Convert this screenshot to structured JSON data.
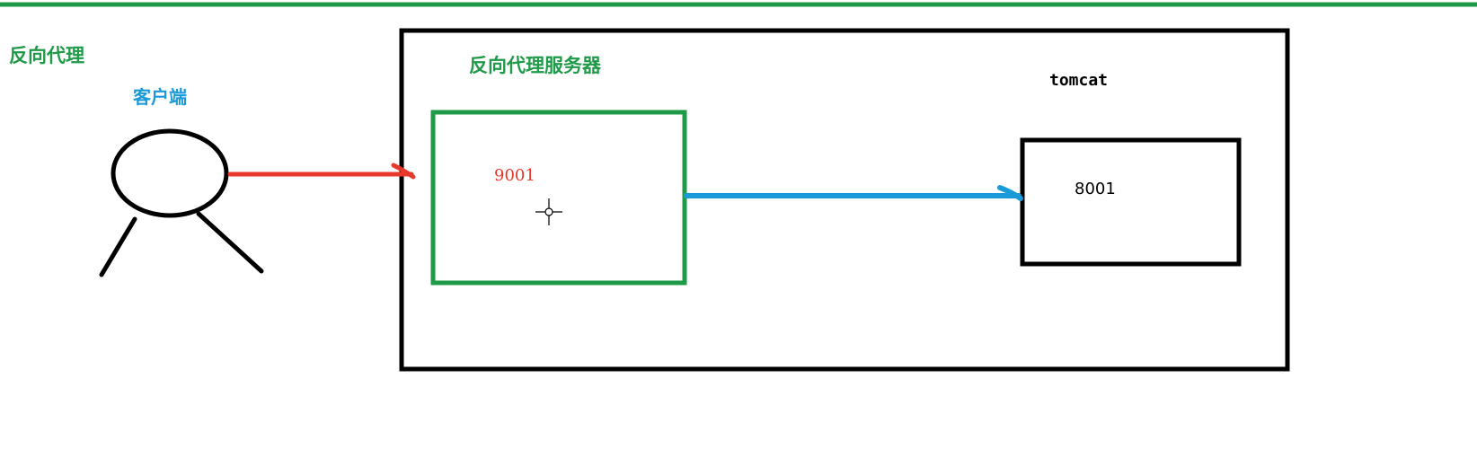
{
  "title": "反向代理",
  "client": {
    "label": "客户端"
  },
  "proxy_server": {
    "label": "反向代理服务器",
    "port": "9001"
  },
  "tomcat": {
    "label": "tomcat",
    "port": "8001"
  },
  "colors": {
    "green": "#1f9a48",
    "red": "#e8382c",
    "blue": "#1a9ad8",
    "black": "#000000"
  },
  "icons": {
    "client": "stick-figure-icon",
    "cursor": "crosshair-cursor-icon"
  }
}
